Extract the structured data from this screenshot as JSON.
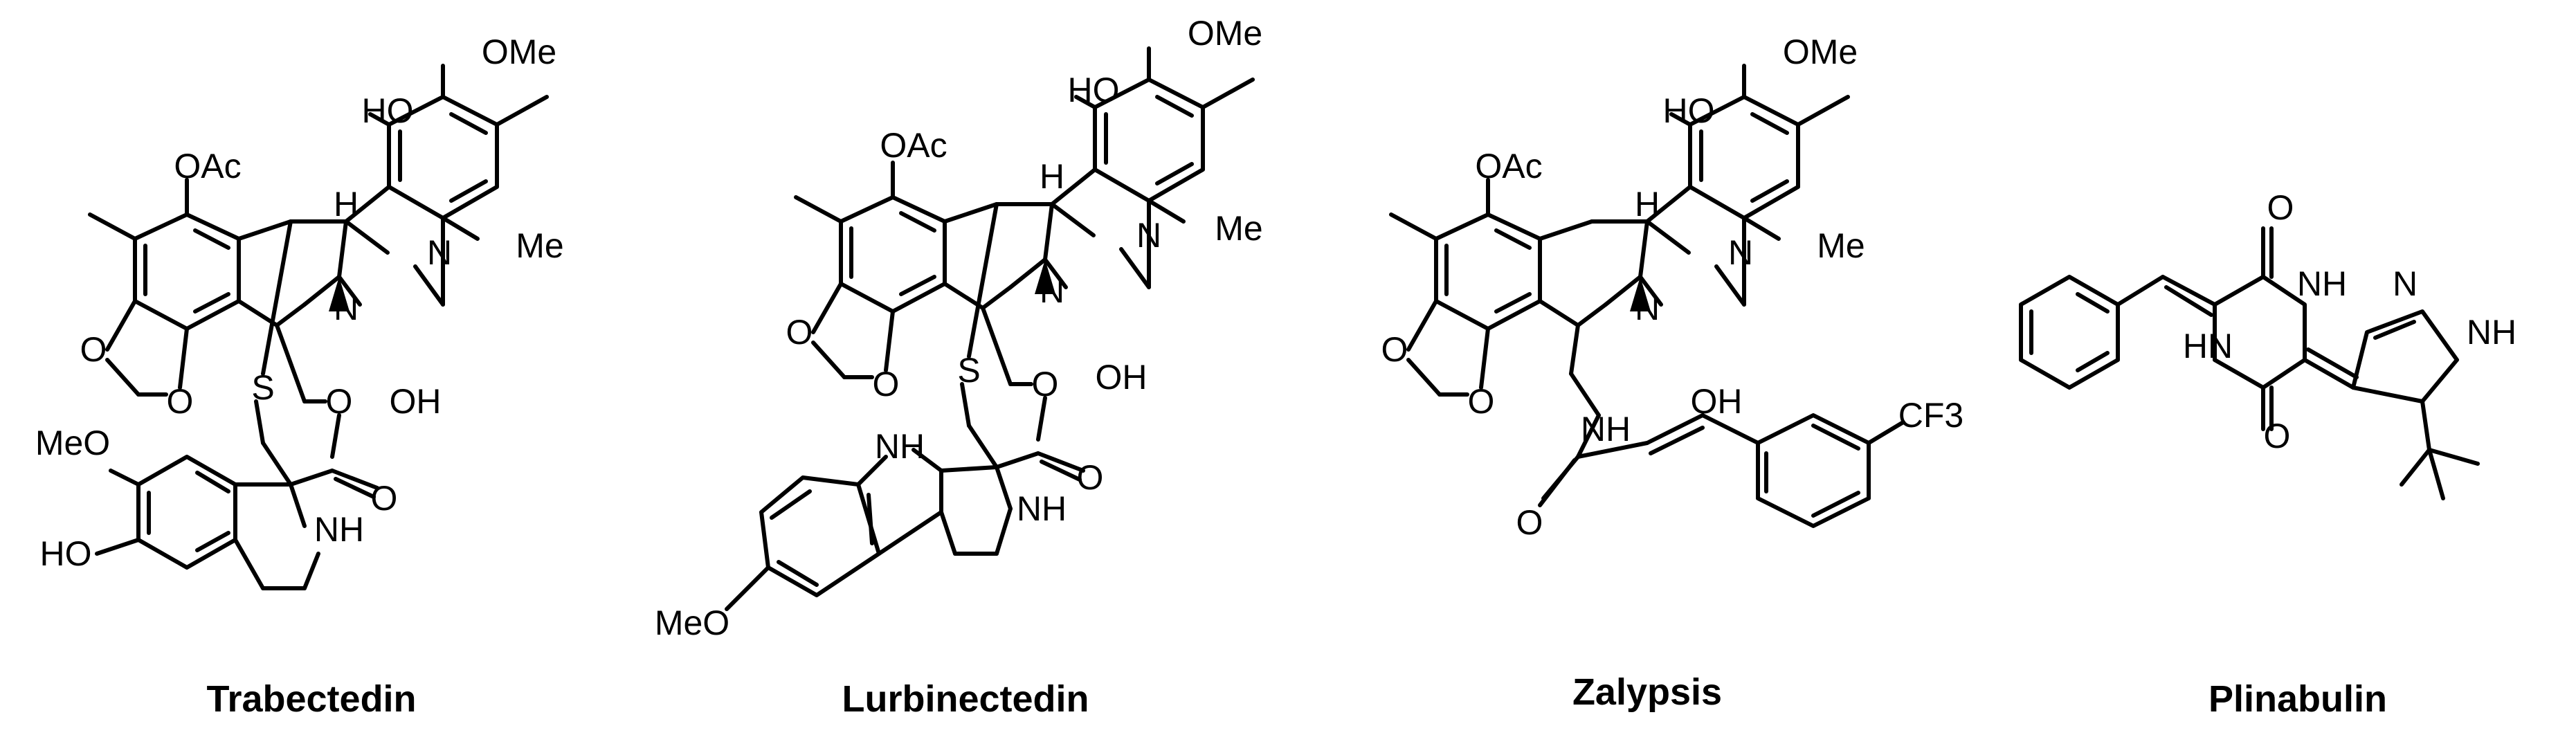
{
  "compounds": [
    {
      "name": "Trabectedin",
      "labels": [
        "OMe",
        "HO",
        "OAc",
        "H",
        "N",
        "Me",
        "N",
        "O",
        "O",
        "S",
        "O",
        "OH",
        "MeO",
        "O",
        "HO",
        "NH"
      ]
    },
    {
      "name": "Lurbinectedin",
      "labels": [
        "OMe",
        "HO",
        "OAc",
        "H",
        "N",
        "Me",
        "N",
        "O",
        "O",
        "S",
        "O",
        "OH",
        "NH",
        "O",
        "NH",
        "MeO"
      ]
    },
    {
      "name": "Zalypsis",
      "labels": [
        "OMe",
        "HO",
        "OAc",
        "H",
        "N",
        "Me",
        "N",
        "O",
        "O",
        "OH",
        "NH",
        "O",
        "CF3"
      ]
    },
    {
      "name": "Plinabulin",
      "labels": [
        "O",
        "NH",
        "N",
        "NH",
        "HN",
        "O"
      ]
    }
  ]
}
